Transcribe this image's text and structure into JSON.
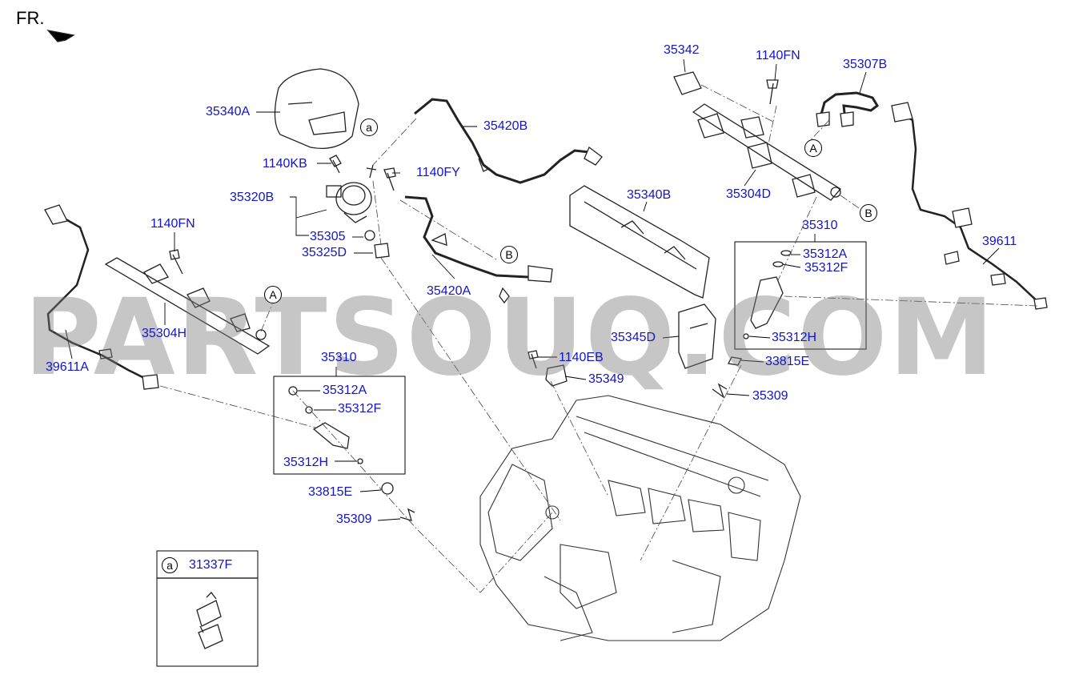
{
  "header": {
    "direction_label": "FR."
  },
  "watermark": "PARTSOUQ.COM",
  "callouts": {
    "a": "a",
    "A": "A",
    "B": "B"
  },
  "parts": {
    "p35340A": "35340A",
    "p35420B": "35420B",
    "p1140KB": "1140KB",
    "p1140FY": "1140FY",
    "p35320B": "35320B",
    "p35305": "35305",
    "p35325D": "35325D",
    "p35420A": "35420A",
    "p1140FN_left": "1140FN",
    "p35304H": "35304H",
    "p39611A": "39611A",
    "p35310_left": "35310",
    "p35312A_left": "35312A",
    "p35312F_left": "35312F",
    "p35312H_left": "35312H",
    "p33815E_left": "33815E",
    "p35309_left": "35309",
    "p35342": "35342",
    "p1140FN_right": "1140FN",
    "p35307B": "35307B",
    "p35304D": "35304D",
    "p35340B": "35340B",
    "p35310_right": "35310",
    "p35312A_right": "35312A",
    "p35312F_right": "35312F",
    "p35312H_right": "35312H",
    "p33815E_right": "33815E",
    "p35309_right": "35309",
    "p39611": "39611",
    "p35345D": "35345D",
    "p1140EB": "1140EB",
    "p35349": "35349"
  },
  "legend_box": {
    "callout": "a",
    "part": "31337F"
  }
}
